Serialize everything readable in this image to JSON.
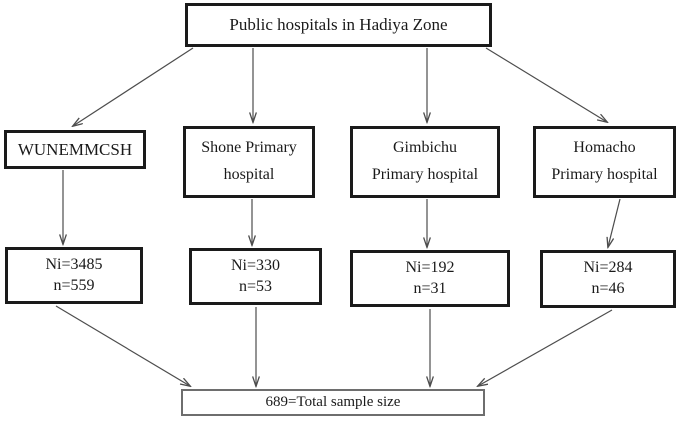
{
  "diagram": {
    "title_node": {
      "id": "public-hospitals",
      "lines": [
        "Public hospitals in Hadiya Zone"
      ],
      "text": "Public hospitals in Hadiya Zone"
    },
    "hospitals": [
      {
        "id": "wunemmcsh",
        "lines": [
          "WUNEMMCSH"
        ],
        "line1": "WUNEMMCSH",
        "line2": ""
      },
      {
        "id": "shone",
        "lines": [
          "Shone Primary",
          "hospital"
        ],
        "line1": "Shone Primary",
        "line2": "hospital"
      },
      {
        "id": "gimbichu",
        "lines": [
          "Gimbichu",
          "Primary hospital"
        ],
        "line1": "Gimbichu",
        "line2": "Primary hospital"
      },
      {
        "id": "homacho",
        "lines": [
          "Homacho",
          "Primary hospital"
        ],
        "line1": "Homacho",
        "line2": "Primary hospital"
      }
    ],
    "samples": [
      {
        "id": "sample-wunemmcsh",
        "Ni_label": "Ni=3485",
        "n_label": "n=559",
        "Ni": 3485,
        "n": 559
      },
      {
        "id": "sample-shone",
        "Ni_label": "Ni=330",
        "n_label": "n=53",
        "Ni": 330,
        "n": 53
      },
      {
        "id": "sample-gimbichu",
        "Ni_label": "Ni=192",
        "n_label": "n=31",
        "Ni": 192,
        "n": 31
      },
      {
        "id": "sample-homacho",
        "Ni_label": "Ni=284",
        "n_label": "n=46",
        "Ni": 284,
        "n": 46
      }
    ],
    "total_node": {
      "id": "total-sample-size",
      "text": "689=Total sample size",
      "value": 689
    },
    "colors": {
      "node_border": "#1a1a1a",
      "total_border": "#6e6e6e",
      "connector": "#4d4d4d",
      "background": "#ffffff",
      "text": "#1a1a1a"
    }
  }
}
